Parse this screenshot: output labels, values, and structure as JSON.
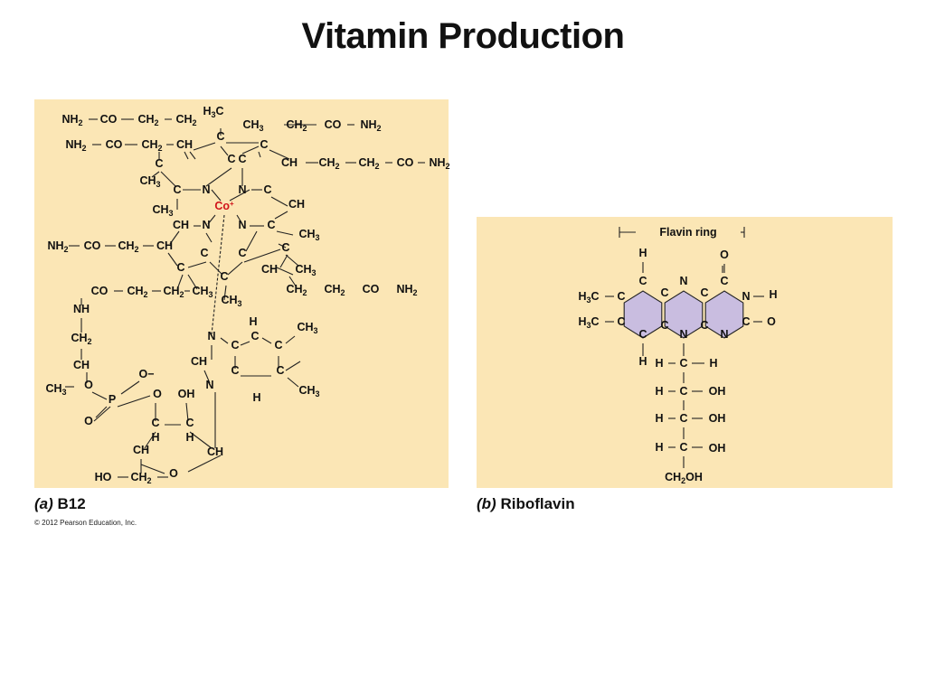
{
  "slide": {
    "title": "Vitamin Production"
  },
  "panel_a": {
    "caption_letter": "(a)",
    "caption_text": "B12",
    "center_atom": "Co+",
    "atoms": {
      "nh2": "NH2",
      "co": "CO",
      "ch2": "CH2",
      "ch": "CH",
      "ch3": "CH3",
      "h3c": "H3C",
      "c": "C",
      "n": "N",
      "h": "H",
      "o": "O",
      "o_minus": "O−",
      "p": "P",
      "oh": "OH",
      "nh": "NH",
      "ho": "HO"
    }
  },
  "panel_b": {
    "caption_letter": "(b)",
    "caption_text": "Riboflavin",
    "ring_label": "Flavin ring",
    "ring_color": "#c9bde0",
    "atoms": {
      "c": "C",
      "n": "N",
      "h": "H",
      "o": "O",
      "h3c": "H3C",
      "oh": "OH",
      "ch2oh": "CH2OH"
    }
  },
  "footer": {
    "copyright": "© 2012 Pearson Education, Inc."
  }
}
